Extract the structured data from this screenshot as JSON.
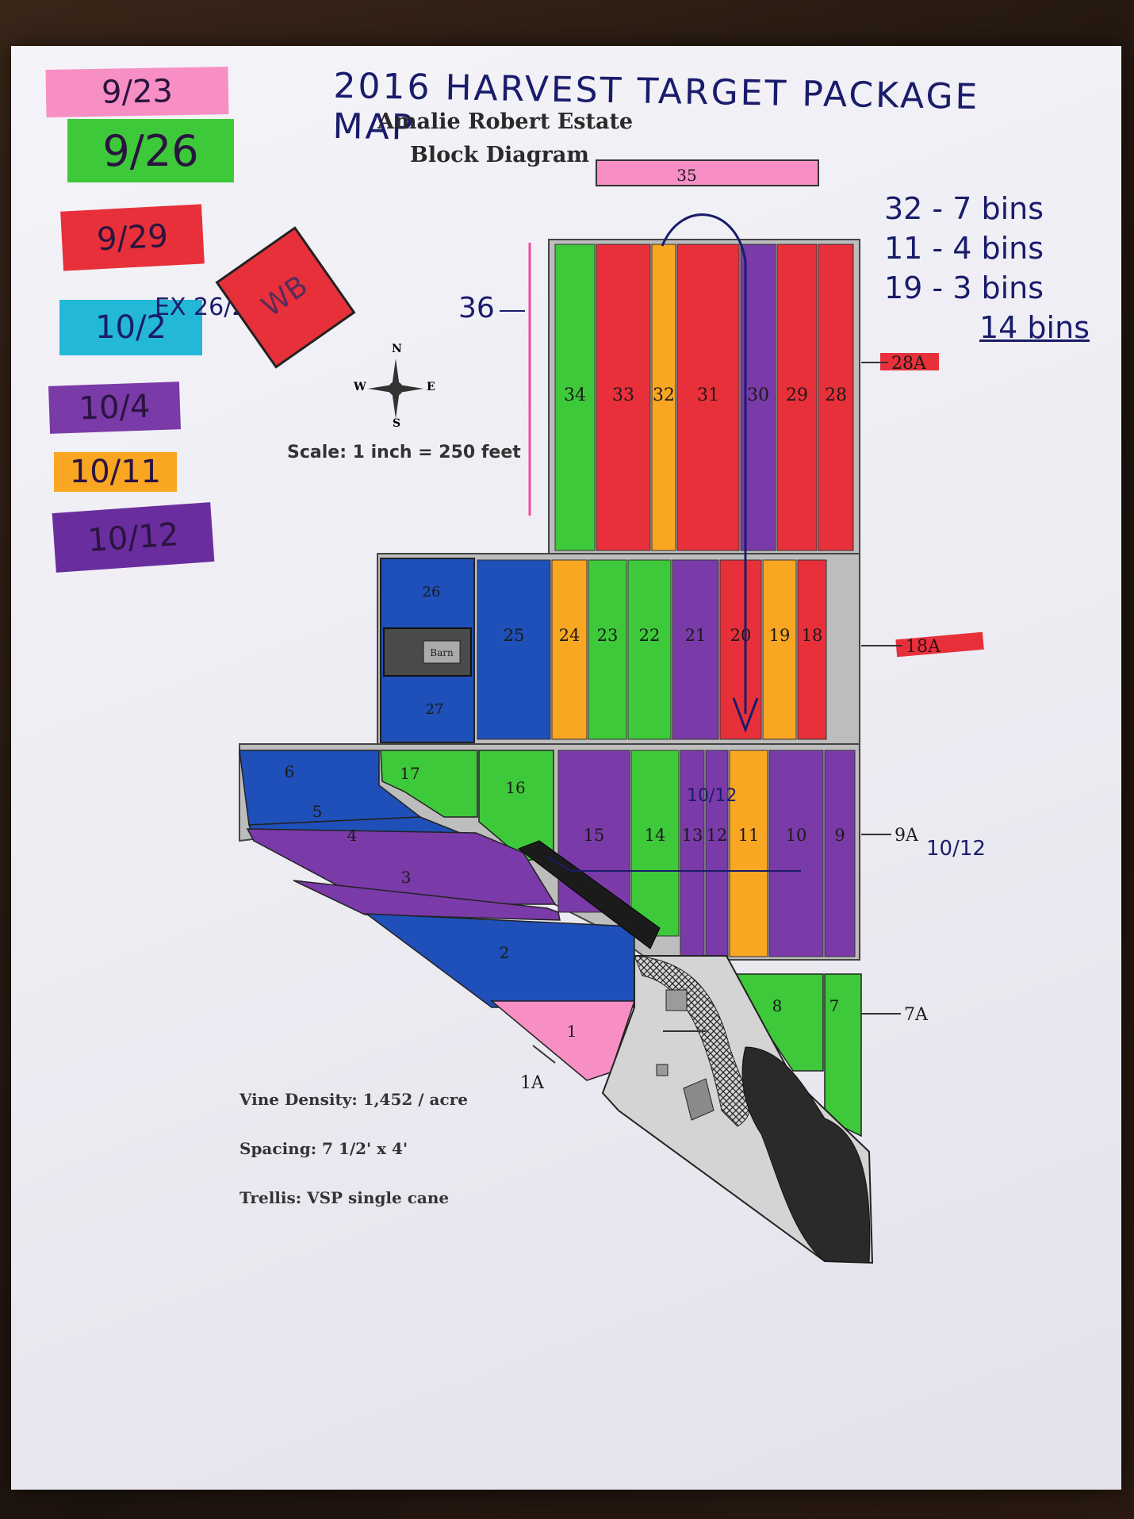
{
  "map": {
    "hand_title": "2016 HARVEST TARGET PACKAGE MAP",
    "printed_title": "Amalie Robert Estate",
    "printed_subtitle": "Block Diagram",
    "scale_text": "Scale: 1 inch = 250 feet",
    "compass": {
      "n": "N",
      "s": "S",
      "e": "E",
      "w": "W"
    },
    "notes": [
      "Vine Density: 1,452 / acre",
      "Spacing: 7 1/2' x 4'",
      "Trellis: VSP single cane"
    ],
    "barn_label": "Barn"
  },
  "legend": [
    {
      "label": "9/23",
      "color": "#f78fc4"
    },
    {
      "label": "9/26",
      "color": "#3ec93a"
    },
    {
      "label": "9/29",
      "color": "#e8303a"
    },
    {
      "label": "10/2",
      "note": "EX 26/27",
      "color": "#23b7d8"
    },
    {
      "label": "10/4",
      "color": "#7a3aa8"
    },
    {
      "label": "10/11",
      "color": "#f9a623"
    },
    {
      "label": "10/12",
      "color": "#6a2d9e"
    }
  ],
  "bin_tally": [
    "32 - 7 bins",
    "11 - 4 bins",
    "19 - 3 bins",
    "14 bins"
  ],
  "blocks": {
    "top_row": [
      {
        "id": "34",
        "color": "#3ec93a"
      },
      {
        "id": "33",
        "color": "#e8303a"
      },
      {
        "id": "32",
        "color": "#f9a623"
      },
      {
        "id": "31",
        "color": "#e8303a"
      },
      {
        "id": "30",
        "color": "#7a3aa8"
      },
      {
        "id": "29",
        "color": "#e8303a"
      },
      {
        "id": "28",
        "color": "#e8303a"
      }
    ],
    "middle_row": [
      {
        "id": "25",
        "color": "#1f4fb8"
      },
      {
        "id": "24",
        "color": "#f9a623"
      },
      {
        "id": "23",
        "color": "#3ec93a"
      },
      {
        "id": "22",
        "color": "#3ec93a"
      },
      {
        "id": "21",
        "color": "#7a3aa8"
      },
      {
        "id": "20",
        "color": "#e8303a"
      },
      {
        "id": "19",
        "color": "#f9a623"
      },
      {
        "id": "18",
        "color": "#e8303a"
      }
    ],
    "left_blocks": [
      {
        "id": "26",
        "color": "#1f4fb8"
      },
      {
        "id": "27",
        "color": "#1f4fb8"
      }
    ],
    "lower_row": [
      {
        "id": "15",
        "color": "#7a3aa8"
      },
      {
        "id": "14",
        "color": "#3ec93a"
      },
      {
        "id": "13",
        "color": "#7a3aa8"
      },
      {
        "id": "12",
        "color": "#7a3aa8"
      },
      {
        "id": "11",
        "color": "#f9a623"
      },
      {
        "id": "10",
        "color": "#7a3aa8"
      },
      {
        "id": "9",
        "color": "#7a3aa8"
      }
    ],
    "west_blocks": [
      {
        "id": "17",
        "color": "#3ec93a"
      },
      {
        "id": "16",
        "color": "#3ec93a"
      },
      {
        "id": "6",
        "color": "#1f4fb8"
      },
      {
        "id": "5",
        "color": "#1f4fb8"
      },
      {
        "id": "4",
        "color": "#7a3aa8"
      },
      {
        "id": "3",
        "color": "#7a3aa8"
      },
      {
        "id": "2",
        "color": "#1f4fb8"
      },
      {
        "id": "1",
        "color": "#f78fc4"
      },
      {
        "id": "8",
        "color": "#3ec93a"
      },
      {
        "id": "7",
        "color": "#3ec93a"
      }
    ],
    "block_35": {
      "id": "35",
      "color": "#f78fc4"
    },
    "block_wb": {
      "id": "WB",
      "color": "#e8303a"
    }
  },
  "callouts": {
    "c28a": "28A",
    "c18a": "18A",
    "c9a": "9A",
    "c9a_hand": "10/12",
    "c7a": "7A",
    "c1a": "1A",
    "c36": "36",
    "c13_hand": "10/12"
  }
}
